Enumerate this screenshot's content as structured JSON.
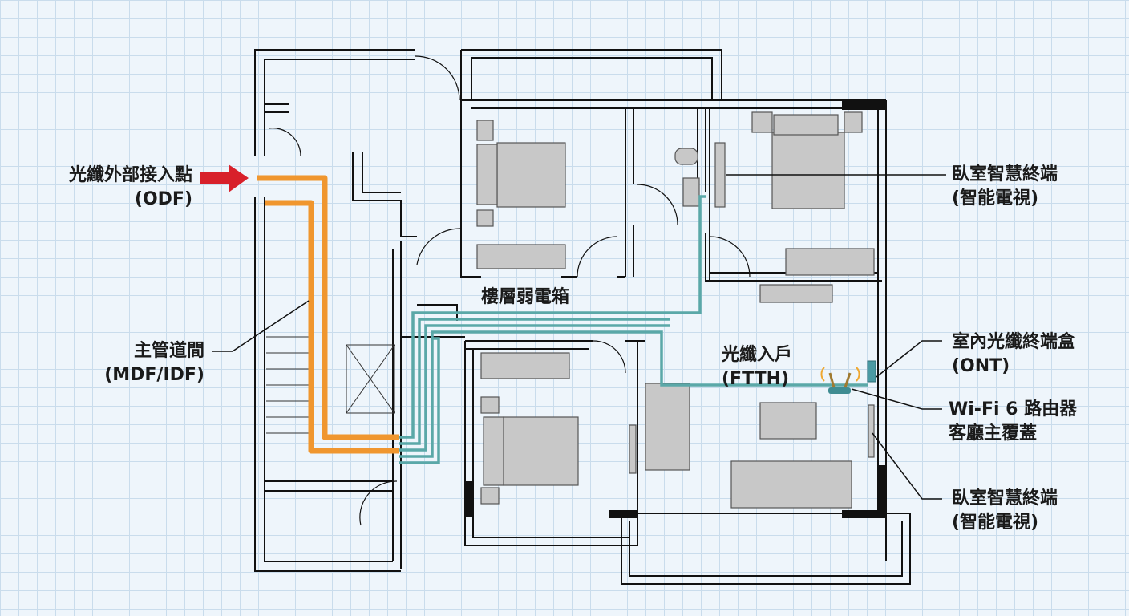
{
  "labels": {
    "odf": {
      "line1": "光纖外部接入點",
      "line2": "(ODF)"
    },
    "shaft": {
      "line1": "主管道間",
      "line2": "(MDF/IDF)"
    },
    "floor_box": "樓層弱電箱",
    "ftth": {
      "line1": "光纖入戶",
      "line2": "(FTTH)"
    },
    "bedroom_tv_top": {
      "line1": "臥室智慧終端",
      "line2": "(智能電視)"
    },
    "ont": {
      "line1": "室內光纖終端盒",
      "line2": "(ONT)"
    },
    "router": {
      "line1": "Wi-Fi 6 路由器",
      "line2": "客廳主覆蓋"
    },
    "bedroom_tv_bottom": {
      "line1": "臥室智慧終端",
      "line2": "(智能電視)"
    }
  },
  "colors": {
    "fiber_trunk": "#f0962e",
    "fiber_indoor": "#5aa8a8",
    "entry_arrow": "#d8202a",
    "wall": "#111111",
    "furniture": "#c8c8c8"
  }
}
